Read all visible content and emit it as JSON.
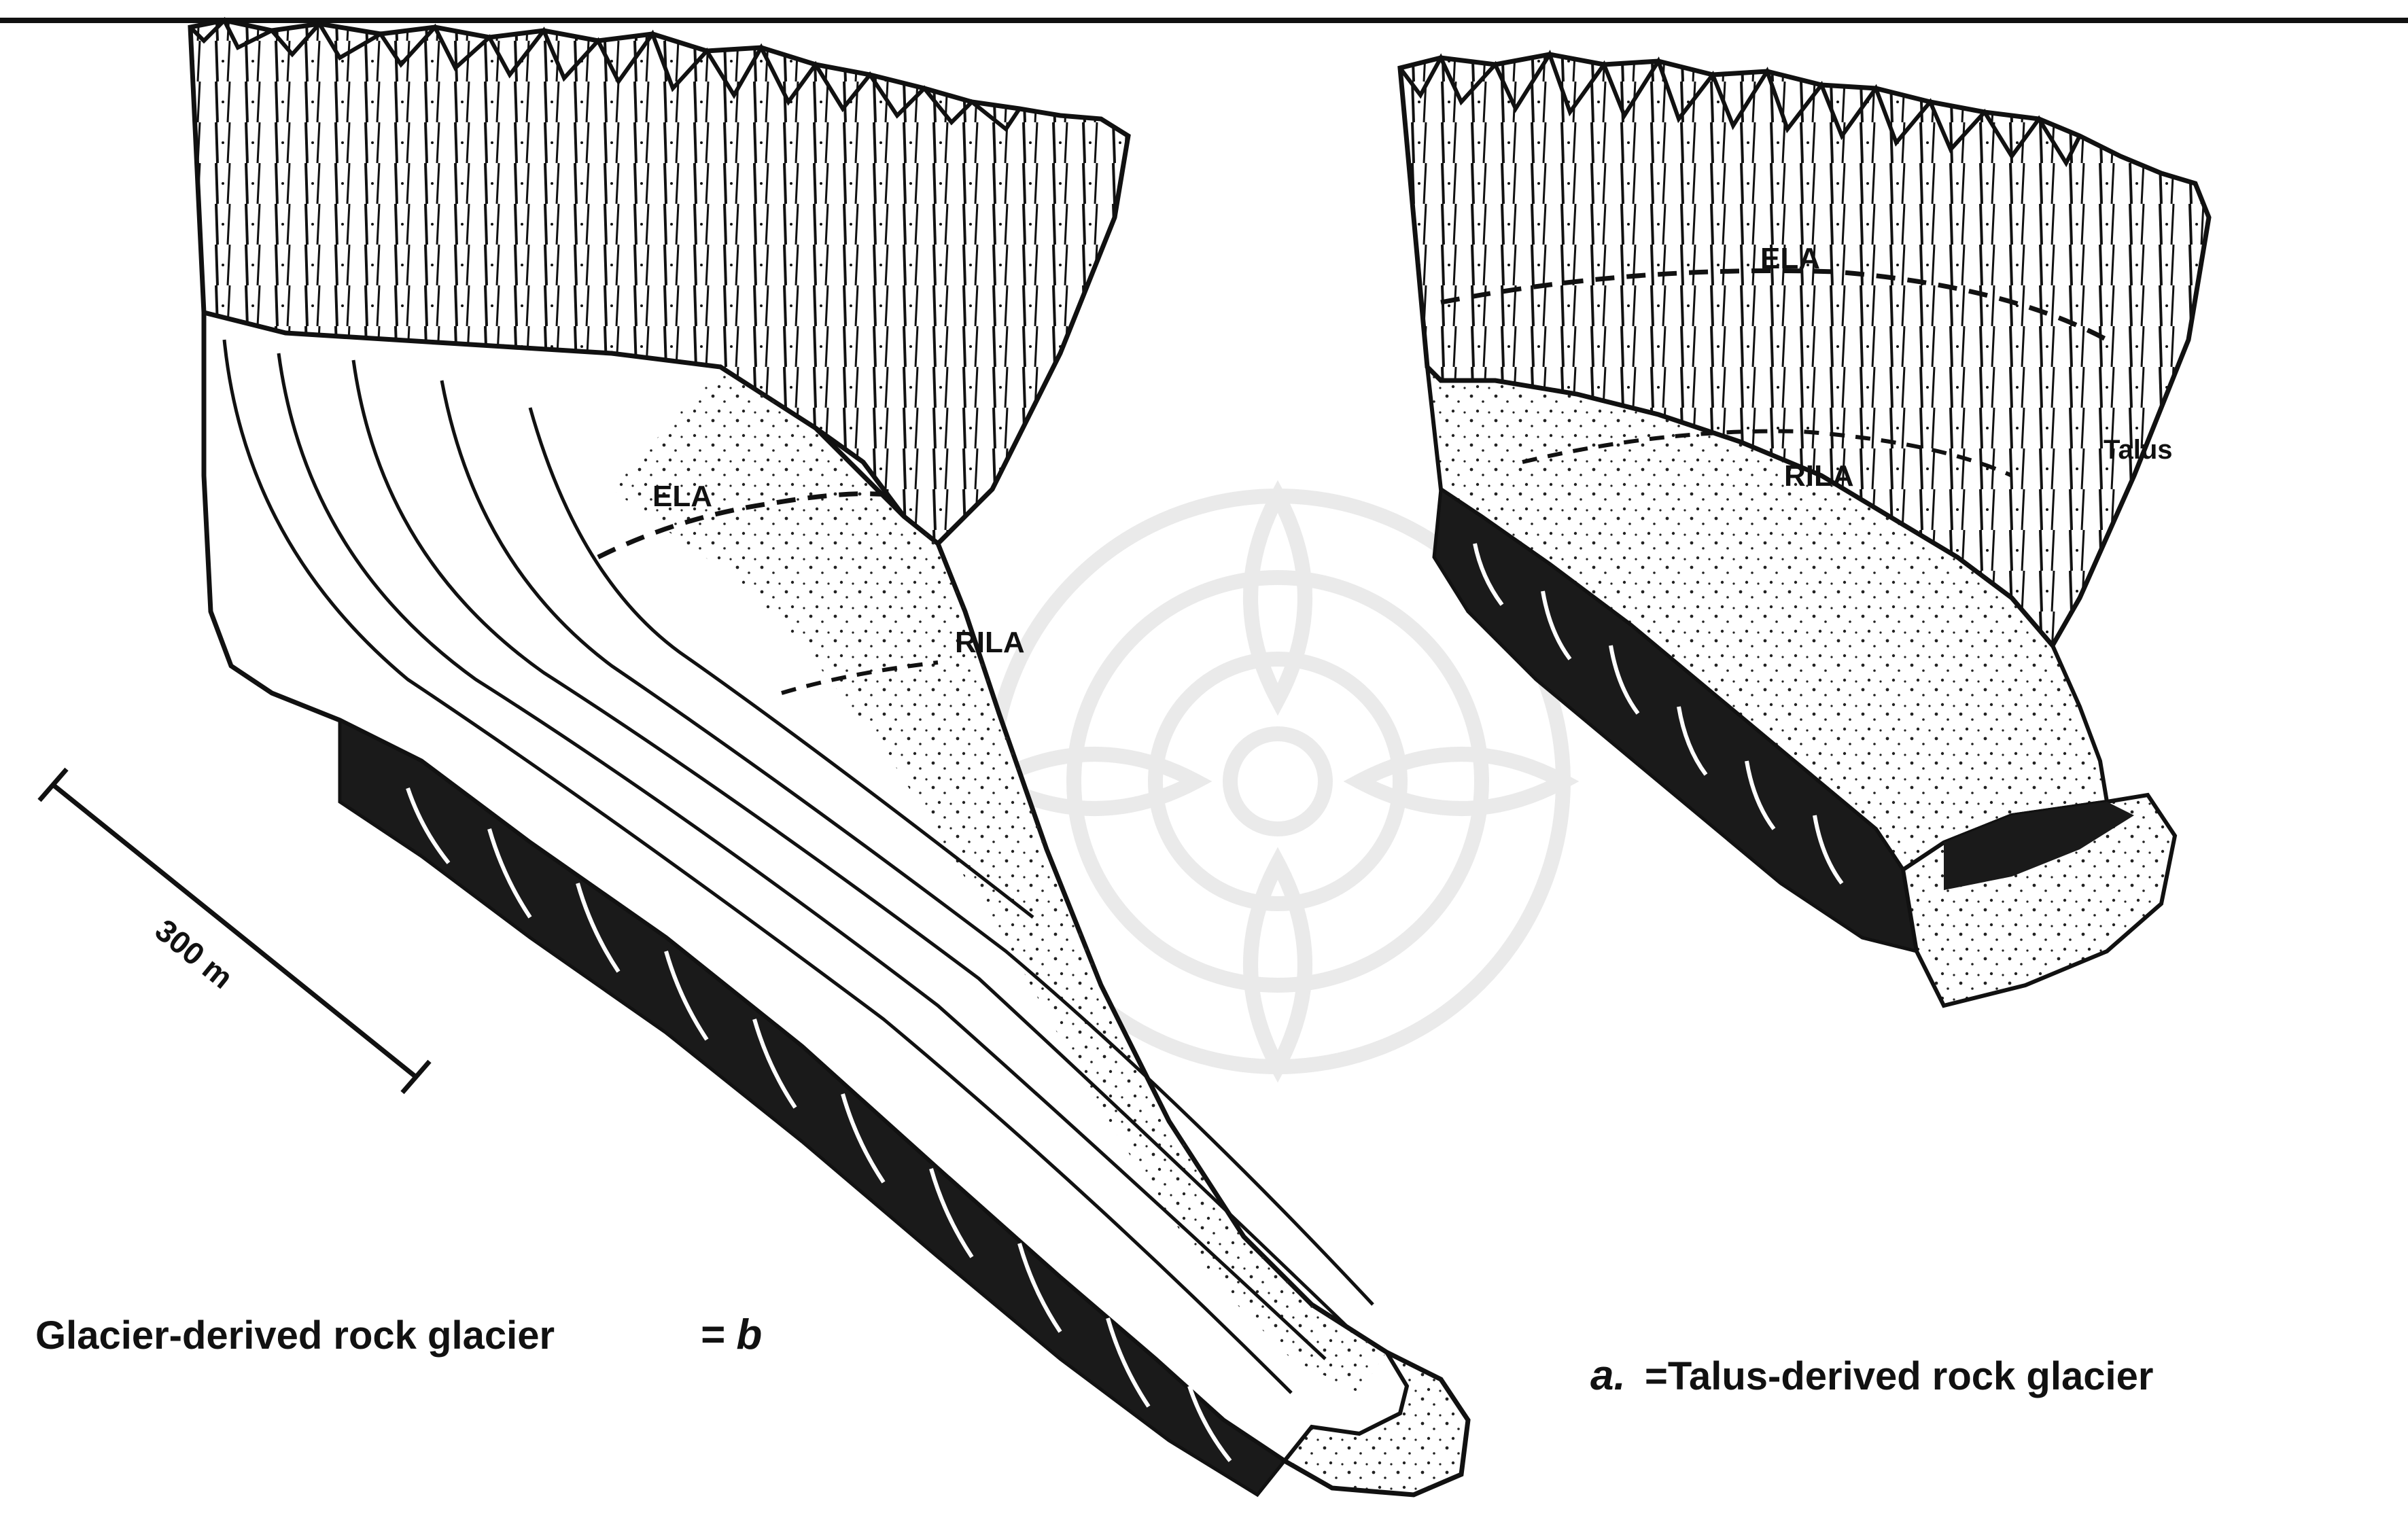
{
  "figure": {
    "left_label": "Glacier-derived rock glacier",
    "left_marker": "= b",
    "right_label": "=Talus-derived rock glacier",
    "right_marker": "a.",
    "scale_bar_label": "300 m"
  },
  "annotations": {
    "left_ela": "ELA",
    "left_rila": "RILA",
    "right_ela": "ELA",
    "right_rila": "RILA",
    "right_talus": "Talus"
  },
  "colors": {
    "ink": "#111111",
    "watermark": "#e6e6e6",
    "background": "#ffffff"
  }
}
